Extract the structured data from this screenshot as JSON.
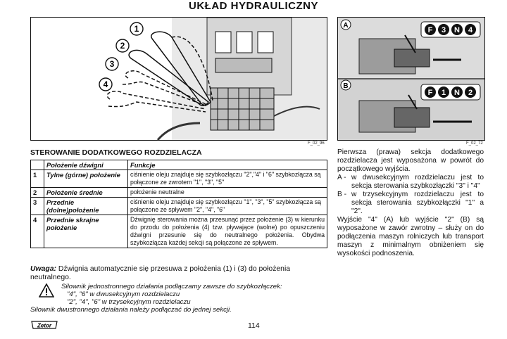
{
  "header": {
    "title": "UKŁAD HYDRAULICZNY"
  },
  "figures": {
    "left": {
      "code": "F_02_96",
      "callouts": [
        "1",
        "2",
        "3",
        "4"
      ]
    },
    "right": {
      "code": "F_02_72",
      "panel_a": {
        "label": "A",
        "pattern": [
          "F",
          "3",
          "N",
          "4"
        ]
      },
      "panel_b": {
        "label": "B",
        "pattern": [
          "F",
          "1",
          "N",
          "2"
        ]
      }
    }
  },
  "section": {
    "heading": "STEROWANIE DODATKOWEGO ROZDZIELACZA"
  },
  "table": {
    "headers": [
      "",
      "Położenie dźwigni",
      "Funkcje"
    ],
    "rows": [
      {
        "num": "1",
        "position": "Tylne (górne) położenie",
        "function": "ciśnienie oleju znajduje się szybkozłączu \"2\",\"4\" i \"6\" szybkozłącza są połączone ze zwrotem \"1\", \"3\", \"5\""
      },
      {
        "num": "2",
        "position": "Położenie średnie",
        "function": "położenie neutralne"
      },
      {
        "num": "3",
        "position": "Przednie (dolne)położenie",
        "function": "ciśnienie oleju znajduje się szybkozłączu \"1\", \"3\", \"5\" szybkozłącza są połączone ze spływem \"2\", \"4\", \"6\""
      },
      {
        "num": "4",
        "position": "Przednie skrajne położenie",
        "function": "Dźwignię sterowania można przesunąć przez położenie (3) w kierunku do przodu do położenia (4) tzw. pływające (wolne) po opuszczeniu dźwigni przesunie się do neutralnego położenia. Obydwa szybkozłącza każdej sekcji są połączone ze spływem."
      }
    ]
  },
  "note": {
    "label": "Uwaga:",
    "text": " Dźwignia automatycznie się przesuwa z położenia (1) i (3) do położenia neutralnego."
  },
  "warning": {
    "line1": "Siłownik jednostronnego działania podłączamy zawsze do szybkozłączek:",
    "line2": "\"4\", \"6\" w dwusekcyjnym rozdzielaczu",
    "line3": "\"2\", \"4\", \"6\" w trzysekcyjnym rozdzielaczu",
    "line4": "Siłownik dwustronnego działania należy podłączać do jednej sekcji."
  },
  "right_text": {
    "p1": "Pierwsza (prawa) sekcja dodatkowego rozdzielacza jest wyposażona w powrót do początkowego wyjścia.",
    "a_label": "A -",
    "a_text": "w dwusekcyjnym rozdzielaczu jest to sekcja sterowania szybkozłączki \"3\" i \"4\"",
    "b_label": "B -",
    "b_text": "w trzysekcyjnym rozdzielaczu jest to sekcja sterowania szybkozłączki \"1\" a \"2\".",
    "p2": "Wyjście \"4\" (A) lub wyjście \"2\" (B) są wyposażone w zawór zwrotny – służy on do podłączenia maszyn rolniczych lub transport maszyn z minimalnym obniżeniem się wysokości podnoszenia."
  },
  "footer": {
    "page_number": "114",
    "logo_text": "Zetor"
  }
}
